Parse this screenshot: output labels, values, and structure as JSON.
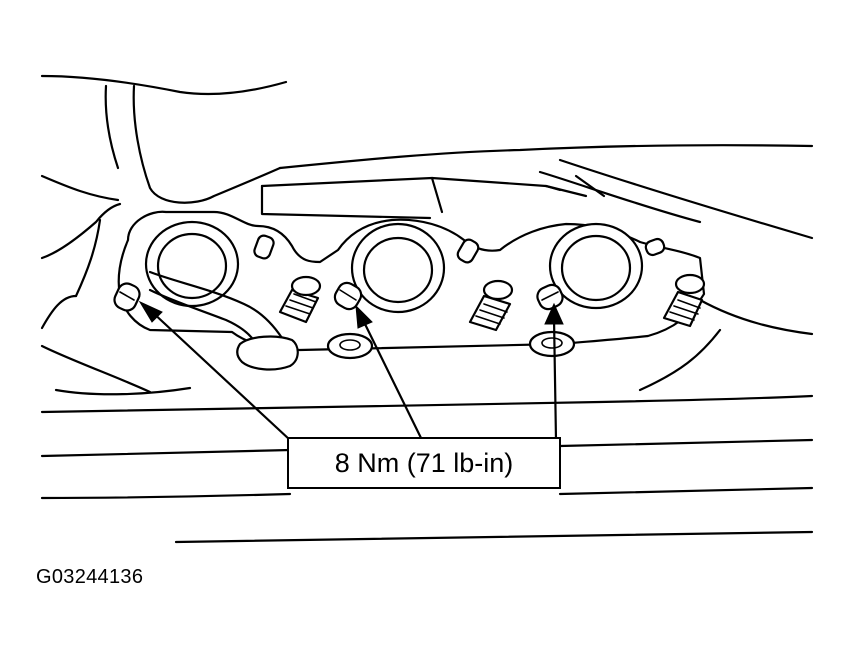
{
  "diagram": {
    "callout": {
      "torque_label": "8 Nm (71 lb-in)"
    },
    "figure_id": "G03244136",
    "components": {
      "exhaust_ports": 3,
      "marked_fasteners": 3
    }
  }
}
